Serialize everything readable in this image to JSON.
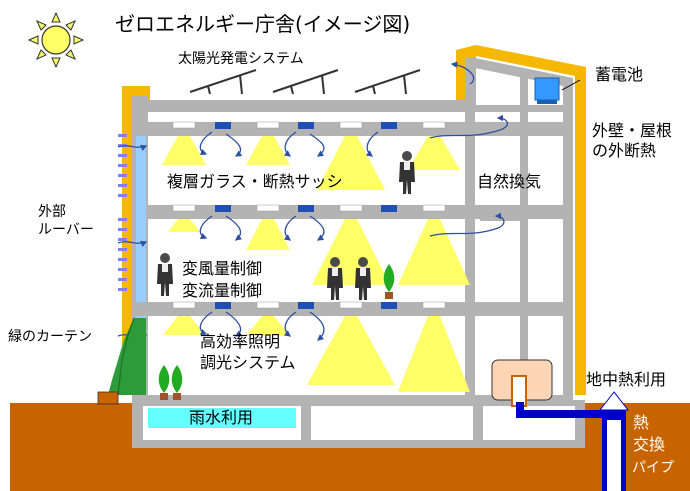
{
  "title": "ゼロエネルギー庁舎(イメージ図)",
  "labels": {
    "solar": "太陽光発電システム",
    "battery": "蓄電池",
    "insulation_line1": "外壁・屋根",
    "insulation_line2": "の外断熱",
    "glass": "複層ガラス・断熱サッシ",
    "natural_vent": "自然換気",
    "louver_line1": "外部",
    "louver_line2": "ルーバー",
    "airflow_line1": "変風量制御",
    "airflow_line2": "変流量制御",
    "green_curtain": "緑のカーテン",
    "lighting_line1": "高効率照明",
    "lighting_line2": "調光システム",
    "geothermal": "地中熱利用",
    "rainwater": "雨水利用",
    "pipe_line1": "熱",
    "pipe_line2": "交換",
    "pipe_line3": "パイプ"
  },
  "colors": {
    "ground": "#c86400",
    "structure": "#b3b3b3",
    "insulation": "#f5b800",
    "light_beam": "#ffff66",
    "ac_unit": "#1f4fb5",
    "pipe": "#0000cc",
    "rainwater_tank": "#66ffff",
    "sun": "#ffff66",
    "glass": "#99ccff"
  },
  "icons": [
    "sun-icon",
    "solar-panel-icon",
    "battery-icon",
    "person-icon",
    "plant-icon",
    "air-flow-icon",
    "light-fixture-icon",
    "heat-pump-icon"
  ]
}
